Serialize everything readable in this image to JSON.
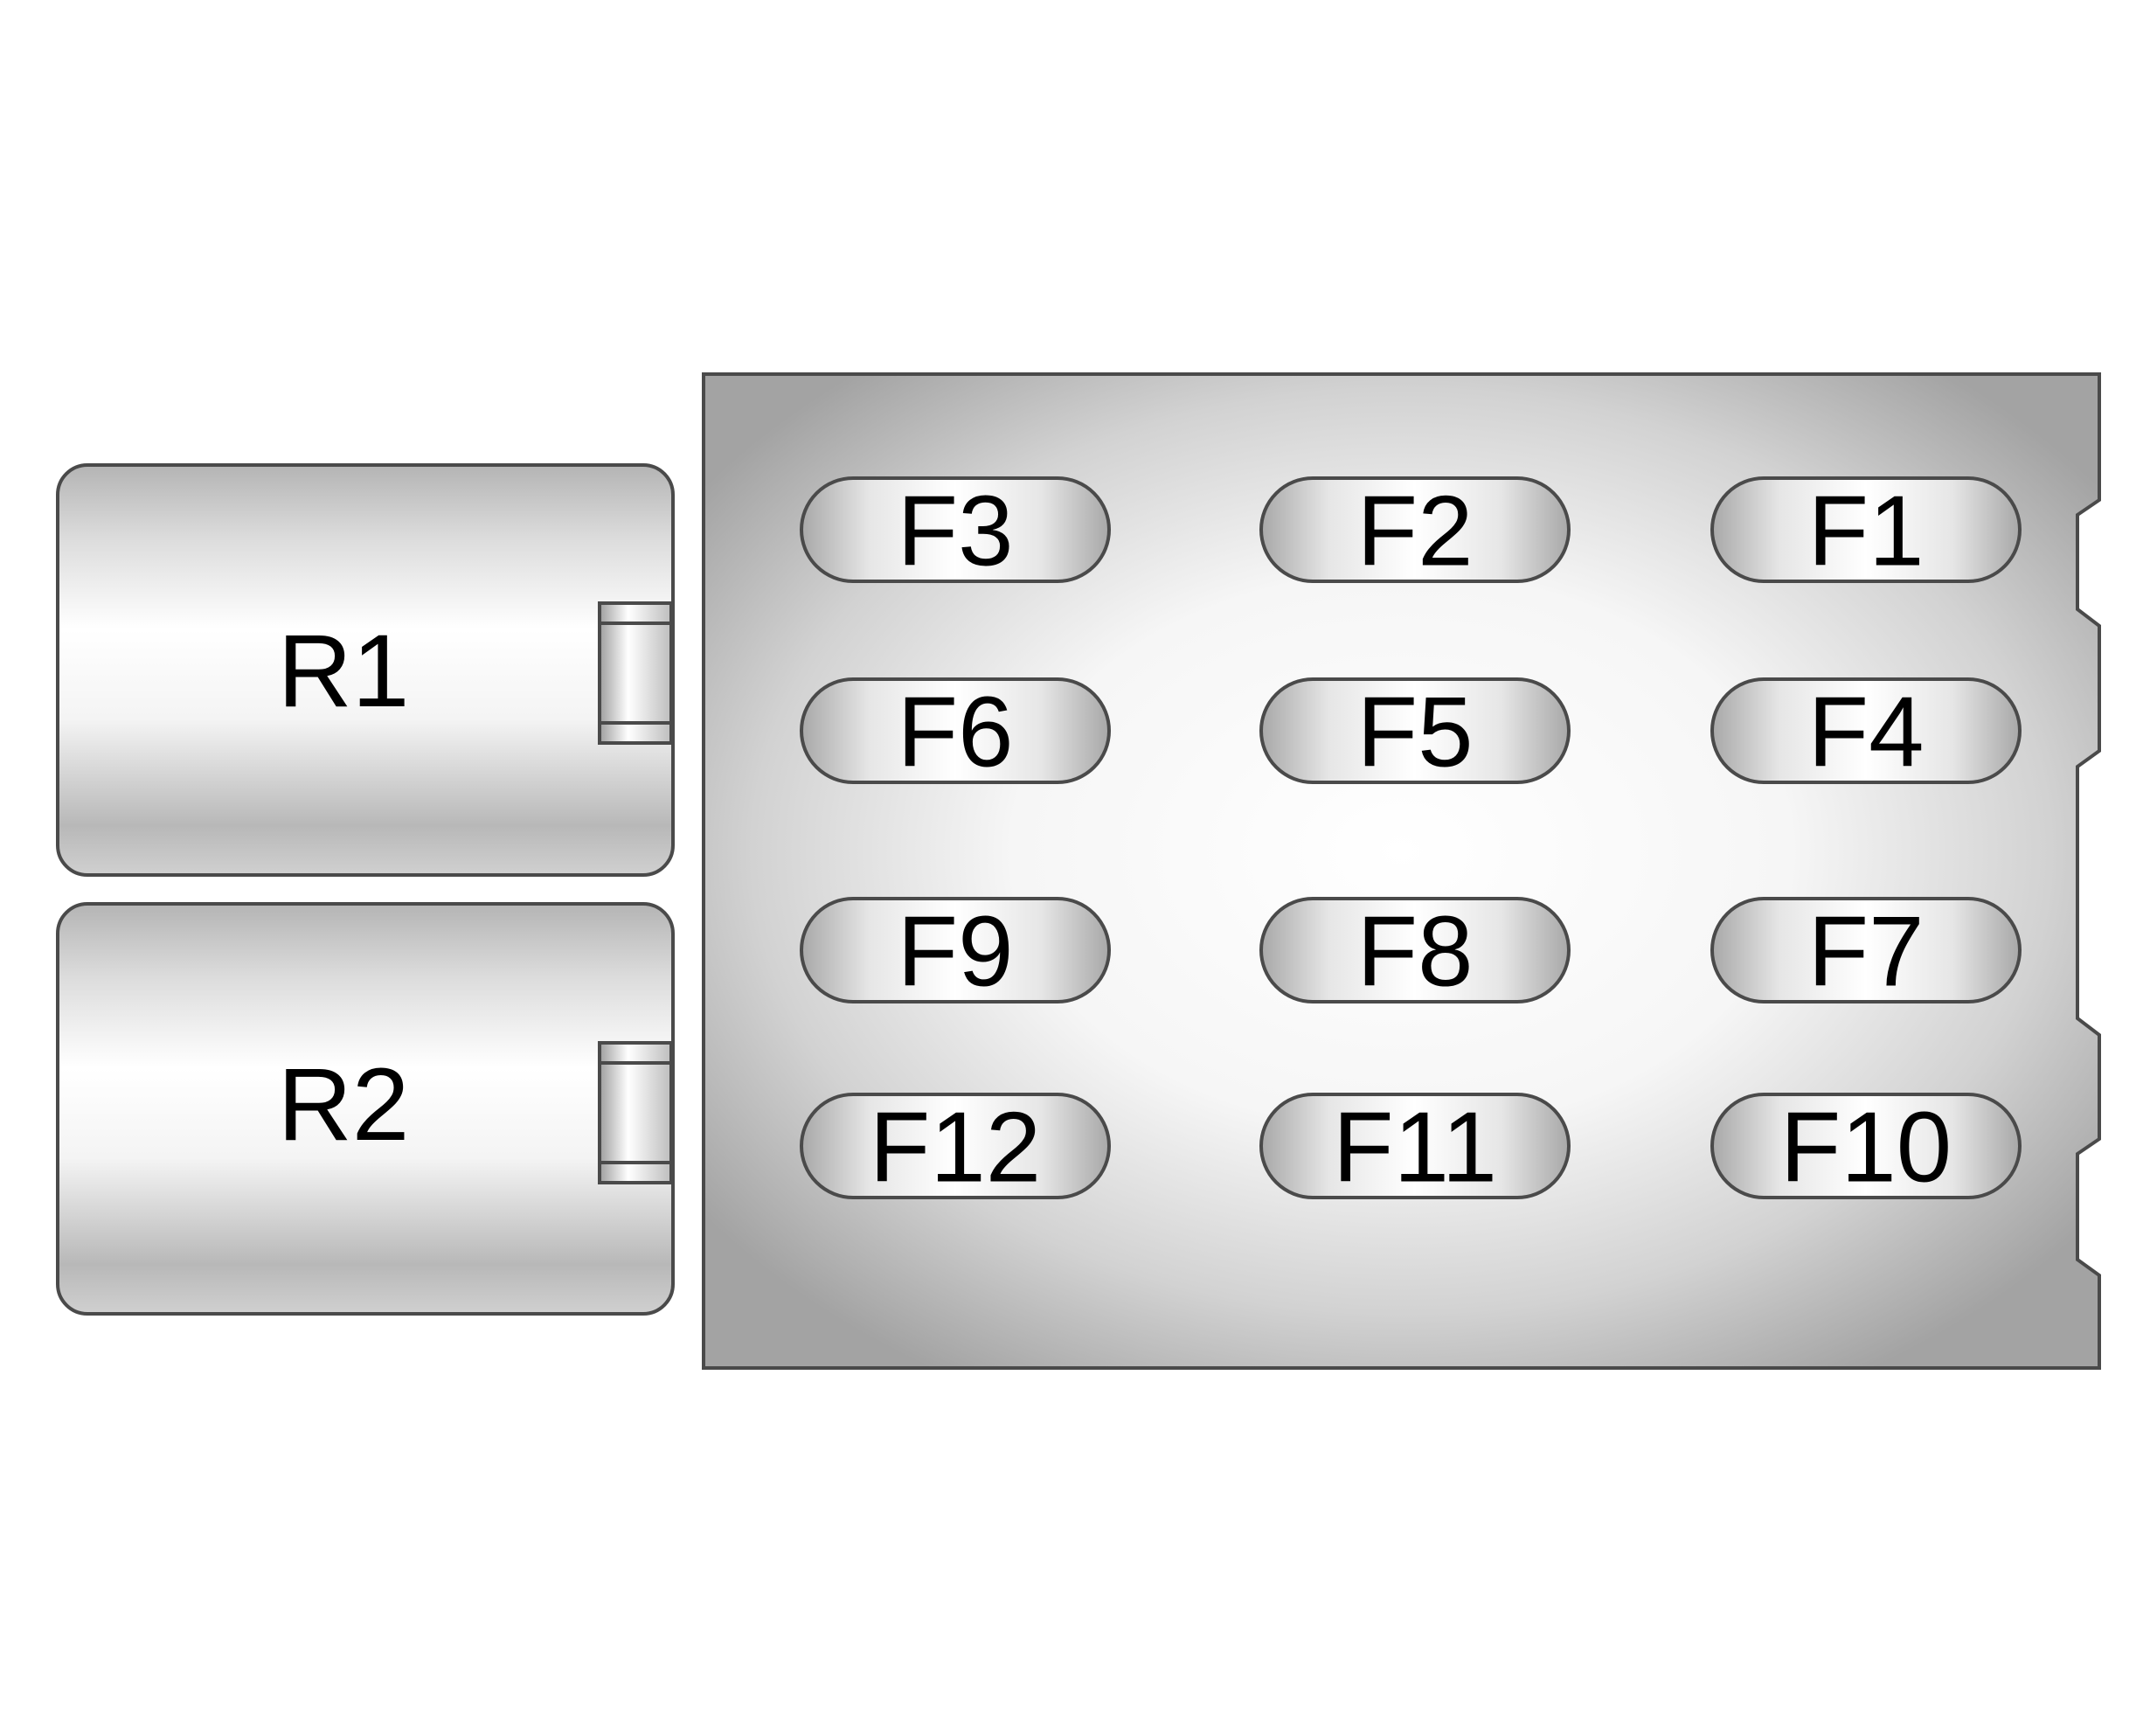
{
  "diagram": {
    "relays": [
      {
        "label": "R1"
      },
      {
        "label": "R2"
      }
    ],
    "fuses": [
      {
        "label": "F3"
      },
      {
        "label": "F2"
      },
      {
        "label": "F1"
      },
      {
        "label": "F6"
      },
      {
        "label": "F5"
      },
      {
        "label": "F4"
      },
      {
        "label": "F9"
      },
      {
        "label": "F8"
      },
      {
        "label": "F7"
      },
      {
        "label": "F12"
      },
      {
        "label": "F11"
      },
      {
        "label": "F10"
      }
    ],
    "colors": {
      "outline": "#4a4a4a",
      "panel_edge": "#a6a6a6",
      "panel_center": "#ffffff",
      "text": "#000000"
    }
  }
}
